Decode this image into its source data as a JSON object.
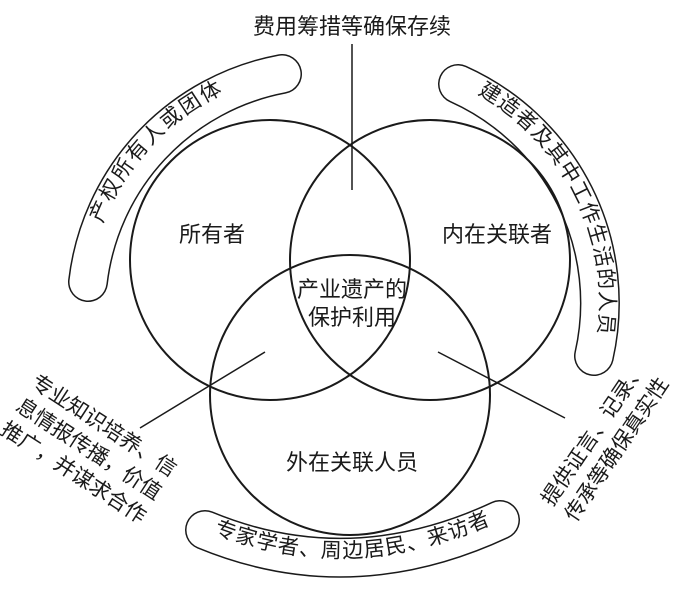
{
  "diagram": {
    "circle_labels": {
      "owners": "所有者",
      "internal": "内在关联者",
      "external": "外在关联人员",
      "center_line1": "产业遗产的",
      "center_line2": "保护利用"
    },
    "top_label": "费用筹措等确保存续",
    "arc_labels": {
      "top_left": "产权所有人或团体",
      "top_right": "建造者及其中工作生活的人员",
      "bottom": "专家学者、周边居民、来访者"
    },
    "side_labels": {
      "left_line1": "专业知识培养、信",
      "left_line2": "息情报传播，价值",
      "left_line3": "推广，并谋求合作",
      "right_line1": "提供证言、记录、",
      "right_line2": "传承等确保真实性"
    },
    "colors": {
      "stroke": "#1a1a1a",
      "band_fill": "#ffffff",
      "text": "#1a1a1a"
    }
  }
}
